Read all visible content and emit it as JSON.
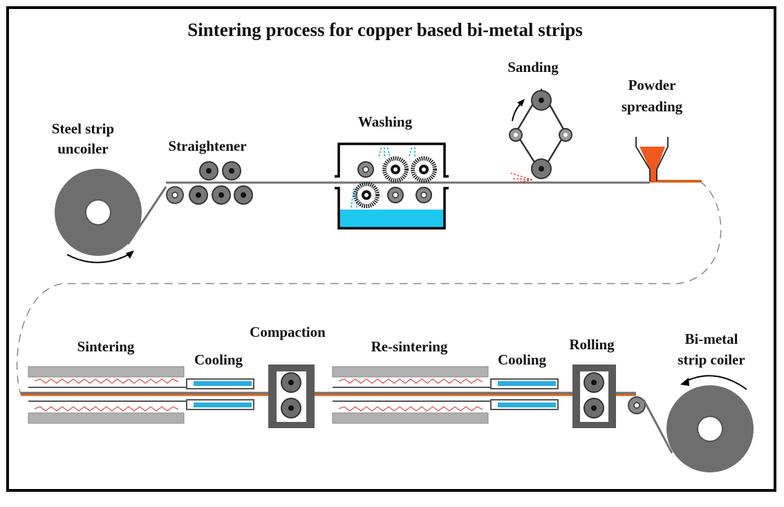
{
  "title": "Sintering process for copper based bi-metal strips",
  "labels": {
    "uncoiler_line1": "Steel strip",
    "uncoiler_line2": "uncoiler",
    "straightener": "Straightener",
    "washing": "Washing",
    "sanding": "Sanding",
    "powder_line1": "Powder",
    "powder_line2": "spreading",
    "sintering": "Sintering",
    "cooling1": "Cooling",
    "compaction": "Compaction",
    "resintering": "Re-sintering",
    "cooling2": "Cooling",
    "rolling": "Rolling",
    "coiler_line1": "Bi-metal",
    "coiler_line2": "strip coiler"
  },
  "colors": {
    "steel": "#707070",
    "coil": "#6e6e6e",
    "strip_copper": "#d9661f",
    "powder": "#f05a1e",
    "water": "#1fc8f0",
    "furnace": "#b0b0b0",
    "heater": "#e05050",
    "cooling": "#29aee0"
  }
}
